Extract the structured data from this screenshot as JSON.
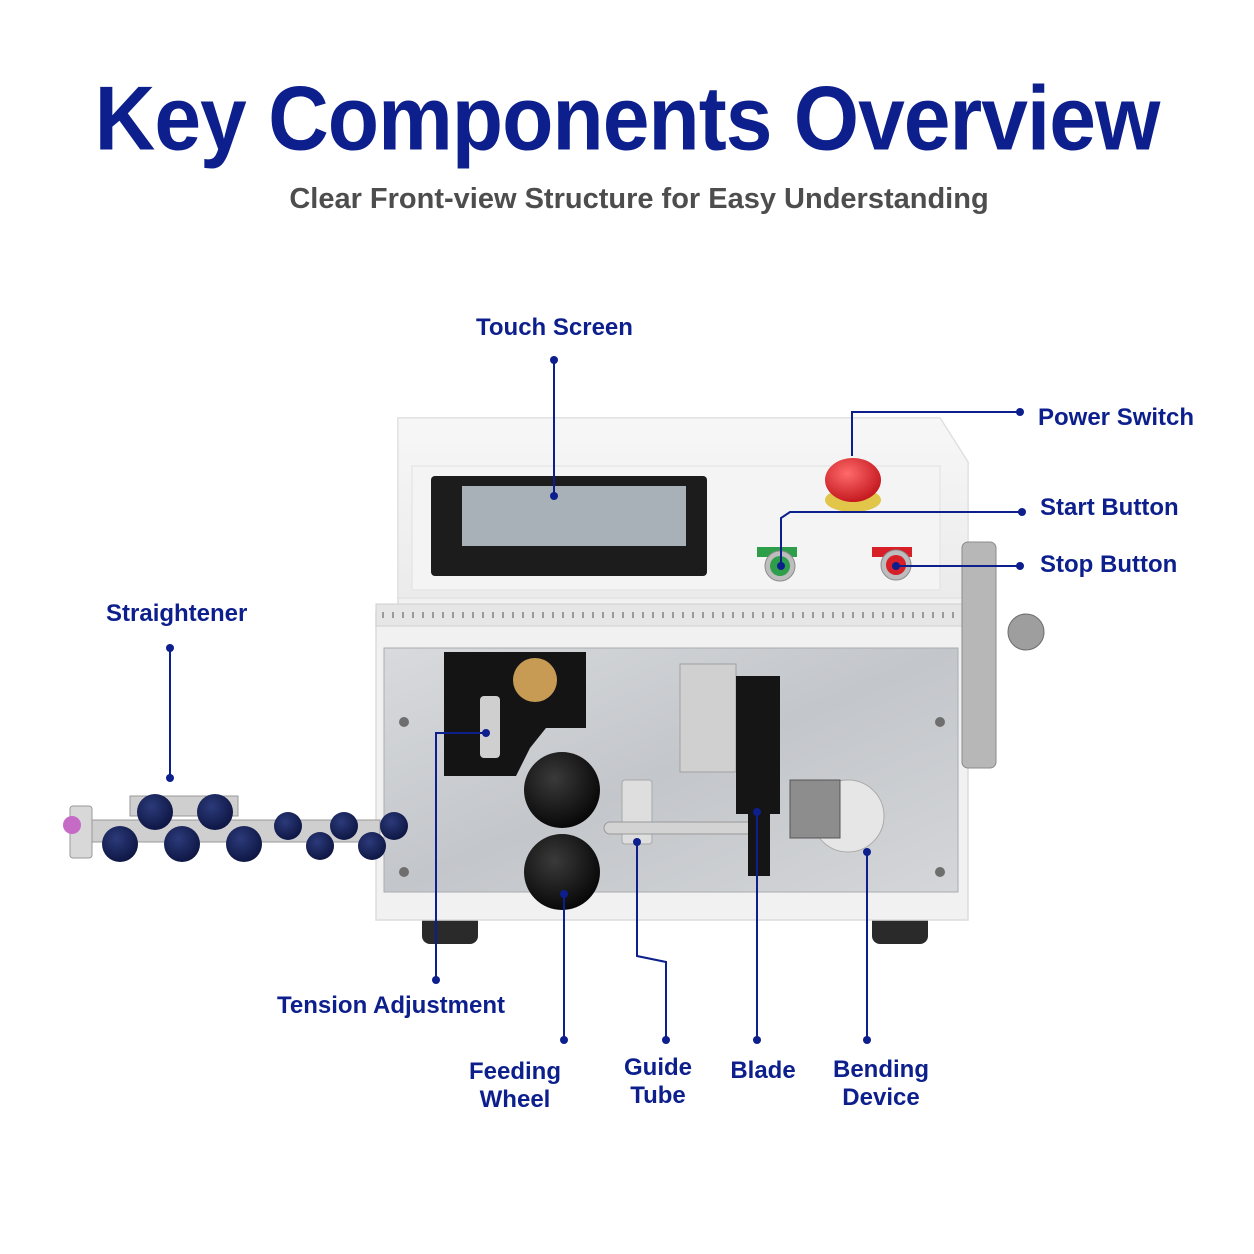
{
  "header": {
    "title": "Key Components Overview",
    "subtitle": "Clear Front-view Structure for Easy Understanding"
  },
  "callouts": {
    "touch_screen": "Touch Screen",
    "power_switch": "Power Switch",
    "start_button": "Start Button",
    "stop_button": "Stop Button",
    "straightener": "Straightener",
    "tension_adjustment": "Tension Adjustment",
    "feeding_wheel_l1": "Feeding",
    "feeding_wheel_l2": "Wheel",
    "guide_tube_l1": "Guide",
    "guide_tube_l2": "Tube",
    "blade": "Blade",
    "bending_device_l1": "Bending",
    "bending_device_l2": "Device"
  },
  "colors": {
    "label": "#0d1f8c",
    "subtitle": "#4d4d4d",
    "machine_body": "#f1f1f1",
    "metal_panel": "#c9ccd0",
    "stop_red": "#d61f26",
    "start_green": "#2e9e4a"
  }
}
